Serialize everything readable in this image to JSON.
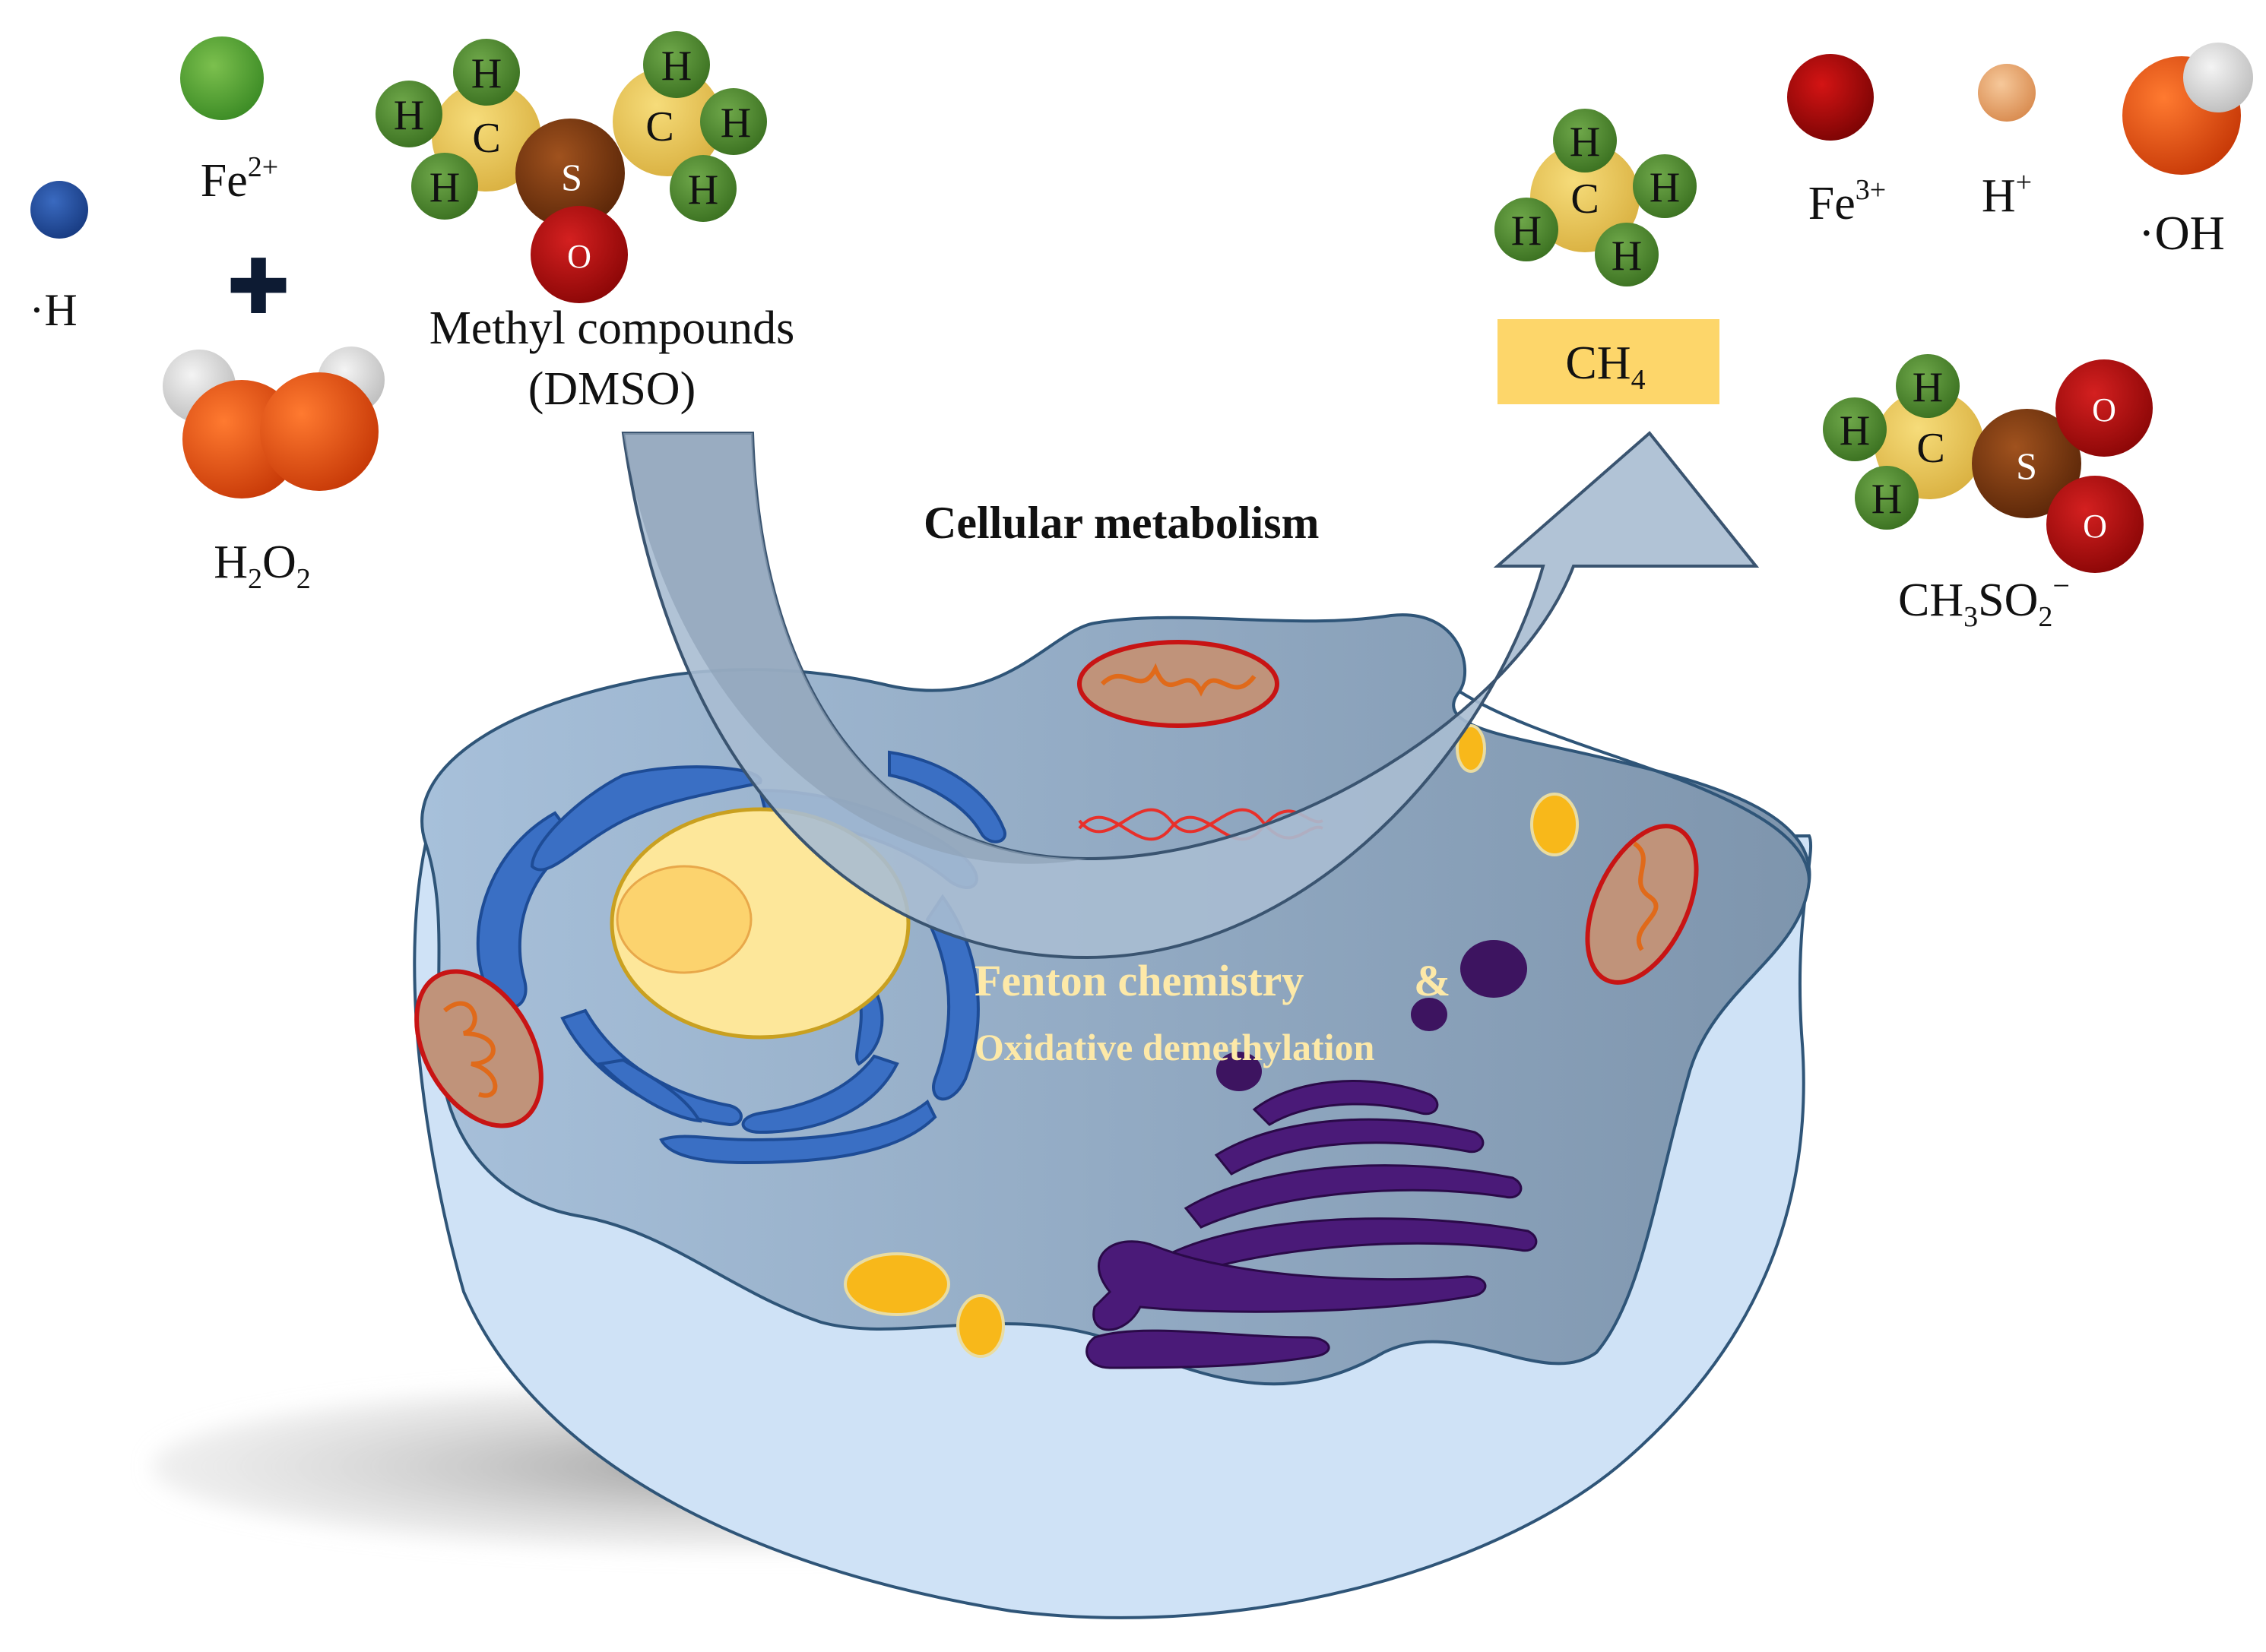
{
  "species": {
    "h_radical": "·H",
    "fe2": {
      "base": "Fe",
      "sup": "2+"
    },
    "h2o2": {
      "a": "H",
      "s1": "2",
      "b": "O",
      "s2": "2"
    },
    "fe3": {
      "base": "Fe",
      "sup": "3+"
    },
    "h_plus": {
      "base": "H",
      "sup": "+"
    },
    "oh_radical": "·OH",
    "plus_sign": "✚"
  },
  "dmso": {
    "line1": "Methyl compounds",
    "line2": "(DMSO)"
  },
  "ch4": {
    "base": "CH",
    "sub": "4"
  },
  "ch3so2": {
    "a": "CH",
    "s1": "3",
    "b": "SO",
    "s2": "2",
    "sup": "−"
  },
  "process": {
    "title": "Cellular metabolism",
    "fenton": "Fenton chemistry",
    "amp": "&",
    "oxidative": "Oxidative demethylation"
  },
  "atoms": {
    "H": "H",
    "C": "C",
    "S": "S",
    "O": "O"
  },
  "colors": {
    "h_atom": "#4a8a2a",
    "c_atom": "#e8c450",
    "s_atom": "#7a3a12",
    "o_atom": "#b01010",
    "fe2": "#5aaa3a",
    "fe3": "#b00a0a",
    "h_radical": "#1f4b99",
    "ch4_box": "#fdd66a",
    "cell_outer": "#cfe2f6",
    "cell_inner": "#8fa9c6",
    "arrow": "#a9bdd2"
  }
}
